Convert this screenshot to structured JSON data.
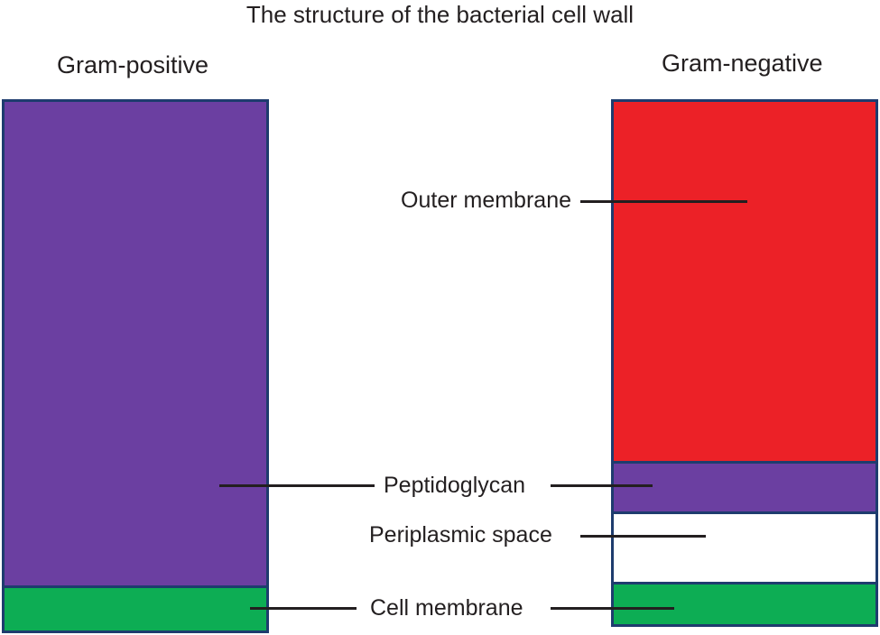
{
  "title": "The structure of the bacterial cell wall",
  "columns": {
    "left": {
      "heading": "Gram-positive"
    },
    "right": {
      "heading": "Gram-negative"
    }
  },
  "labels": {
    "outer_membrane": "Outer membrane",
    "peptidoglycan": "Peptidoglycan",
    "periplasmic_space": "Periplasmic space",
    "cell_membrane": "Cell membrane"
  },
  "diagram": {
    "gram_positive_layers": [
      {
        "name": "peptidoglycan",
        "color_key": "peptidoglycan"
      },
      {
        "name": "cell_membrane",
        "color_key": "cell_membrane"
      }
    ],
    "gram_negative_layers": [
      {
        "name": "outer_membrane",
        "color_key": "outer_membrane"
      },
      {
        "name": "peptidoglycan",
        "color_key": "peptidoglycan"
      },
      {
        "name": "periplasmic_space",
        "color_key": "periplasmic_space"
      },
      {
        "name": "cell_membrane",
        "color_key": "cell_membrane"
      }
    ]
  },
  "colors": {
    "outer_membrane": "#EC2127",
    "peptidoglycan": "#6B3FA1",
    "periplasmic_space": "#FFFFFF",
    "cell_membrane": "#0DAD54",
    "layer_border": "#1E3C6E",
    "leader_line": "#231F20",
    "text": "#231F20"
  }
}
